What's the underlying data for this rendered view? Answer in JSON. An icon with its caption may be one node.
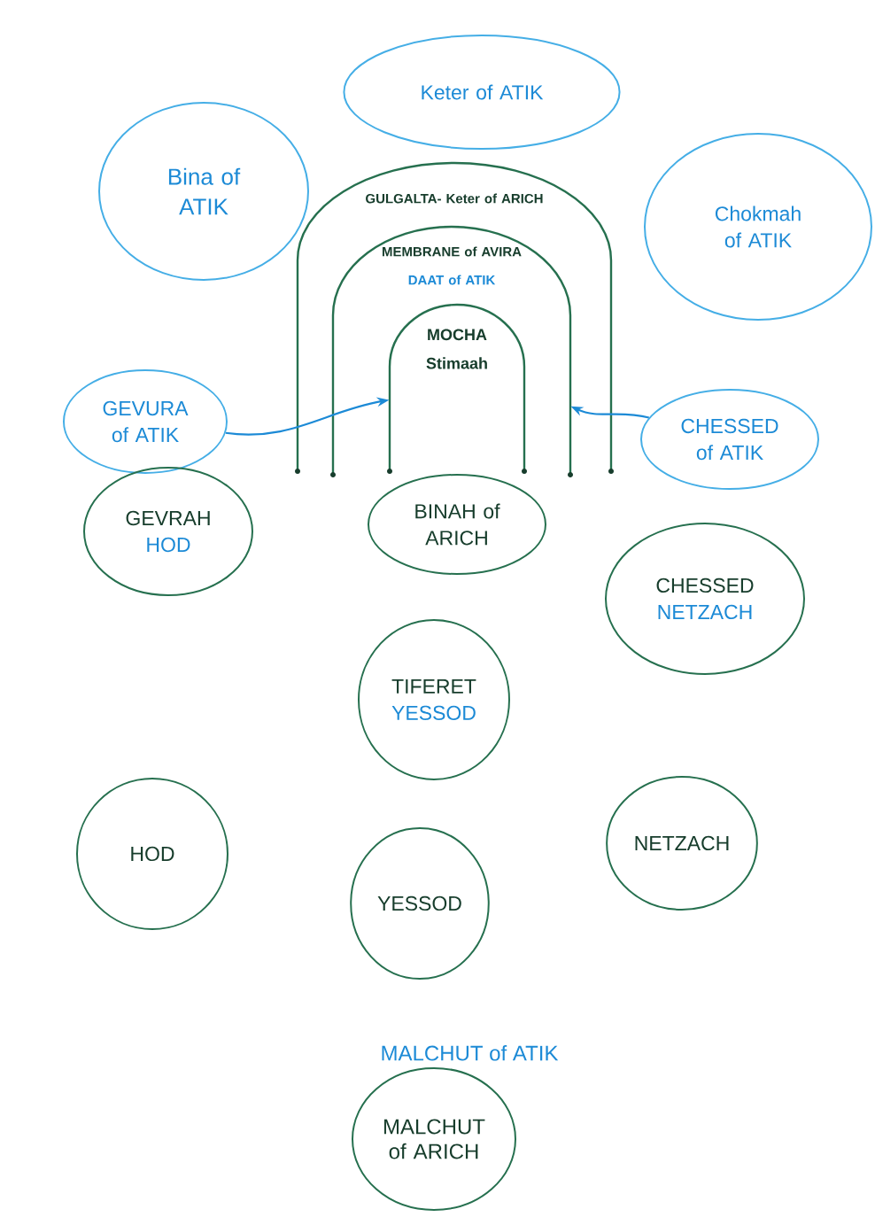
{
  "diagram": {
    "nodes": [
      {
        "text": [
          "Keter of ATIK"
        ]
      },
      {
        "text": [
          "Bina of ATIK"
        ]
      },
      {
        "text": [
          "Chokmah of ATIK"
        ]
      },
      {
        "text": [
          "GULGALTA- Keter of ARICH"
        ]
      },
      {
        "text": [
          "MEMBRANE of AVIRA",
          "DAAT of ATIK"
        ],
        "in": 3
      },
      {
        "text": [
          "MOCHA Stimaah"
        ],
        "in": 4
      },
      {
        "text": [
          "GEVURA of ATIK"
        ]
      },
      {
        "text": [
          "CHESSED of ATIK"
        ]
      },
      {
        "text": [
          "BINAH of ARICH"
        ]
      },
      {
        "text": [
          "GEVRAH",
          "HOD"
        ]
      },
      {
        "text": [
          "CHESSED",
          "NETZACH"
        ]
      },
      {
        "text": [
          "TIFERET",
          "YESSOD"
        ]
      },
      {
        "text": [
          "HOD"
        ]
      },
      {
        "text": [
          "YESSOD"
        ]
      },
      {
        "text": [
          "NETZACH"
        ]
      },
      {
        "text": [
          "MALCHUT of ATIK",
          "MALCHUT of ARICH"
        ]
      }
    ],
    "edges": [
      {
        "from": 6,
        "to": 5,
        "arrow": "to"
      },
      {
        "from": 7,
        "to": 4,
        "arrow": "to"
      }
    ]
  }
}
